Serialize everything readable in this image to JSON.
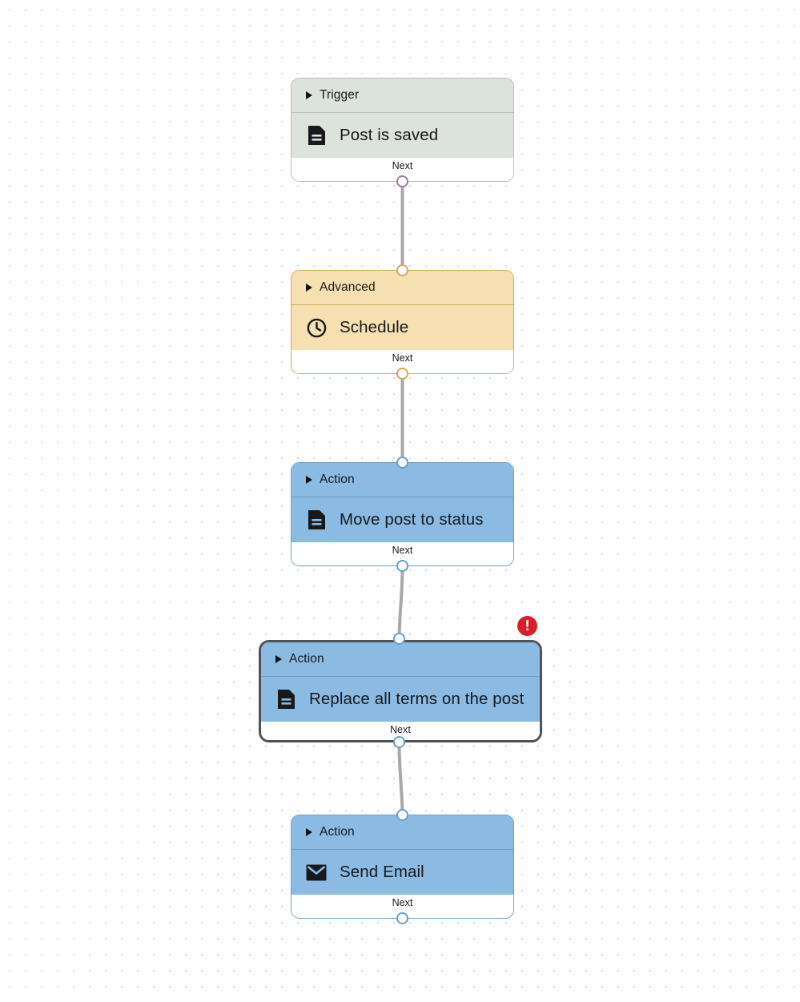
{
  "canvas": {
    "background_color": "#ffffff",
    "grid_dot_color": "#d8d8dc",
    "grid_spacing": 20
  },
  "palette": {
    "trigger_fill": "#dce3dd",
    "trigger_border": "#b6bfb8",
    "advanced_fill": "#f6dfb0",
    "advanced_border": "#d2a95c",
    "action_fill": "#8bbbe3",
    "action_border": "#6a9fc8",
    "selected_border": "#4f5256",
    "edge_color": "#a8a8a8",
    "error_badge": "#d81f27",
    "trigger_port_ring": "#a2799f"
  },
  "nodes": [
    {
      "id": "trigger-post-is-saved",
      "category": "Trigger",
      "title": "Post is saved",
      "icon": "document-icon",
      "footer_label": "Next",
      "selected": false,
      "has_error": false
    },
    {
      "id": "advanced-schedule",
      "category": "Advanced",
      "title": "Schedule",
      "icon": "clock-icon",
      "footer_label": "Next",
      "selected": false,
      "has_error": false
    },
    {
      "id": "action-move-post-to-status",
      "category": "Action",
      "title": "Move post to status",
      "icon": "document-icon",
      "footer_label": "Next",
      "selected": false,
      "has_error": false
    },
    {
      "id": "action-replace-all-terms",
      "category": "Action",
      "title": "Replace all terms on the post",
      "icon": "document-icon",
      "footer_label": "Next",
      "selected": true,
      "has_error": true,
      "error_symbol": "!"
    },
    {
      "id": "action-send-email",
      "category": "Action",
      "title": "Send Email",
      "icon": "envelope-icon",
      "footer_label": "Next",
      "selected": false,
      "has_error": false
    }
  ]
}
